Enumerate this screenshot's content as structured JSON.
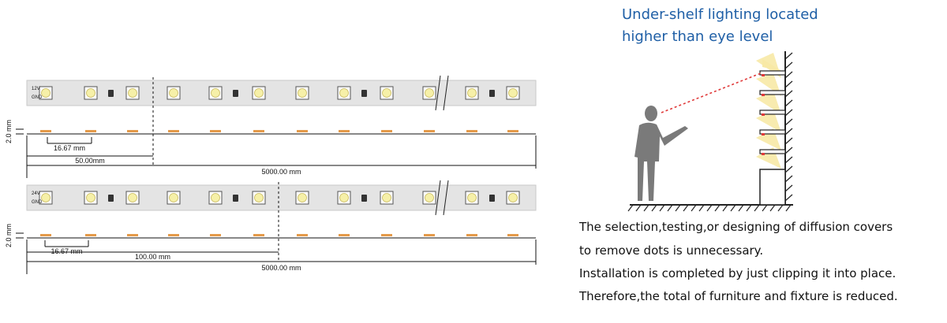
{
  "heading": {
    "line1": "Under-shelf lighting located",
    "line2": "higher than eye level"
  },
  "strips": [
    {
      "voltage": "12V",
      "ground": "GND",
      "thickness": "2.0 mm",
      "pitch": "16.67 mm",
      "cut_length": "50.00mm",
      "total_length": "5000.00 mm"
    },
    {
      "voltage": "24V",
      "ground": "GND",
      "thickness": "2.0 mm",
      "pitch": "16.67 mm",
      "cut_length": "100.00 mm",
      "total_length": "5000.00 mm"
    }
  ],
  "notes": [
    "The selection,testing,or designing of diffusion covers",
    "to remove dots is unnecessary.",
    "Installation is completed by just clipping it into place.",
    "Therefore,the total of furniture and fixture is reduced."
  ],
  "colors": {
    "heading": "#1f5fa6",
    "strip_pcb": "#e4e4e4",
    "led_core": "#f6f0a8",
    "copper_pad": "#e49a4a",
    "light_beam": "#f7e9a6",
    "sight_line": "#e03a3a",
    "person": "#7a7a7a"
  }
}
